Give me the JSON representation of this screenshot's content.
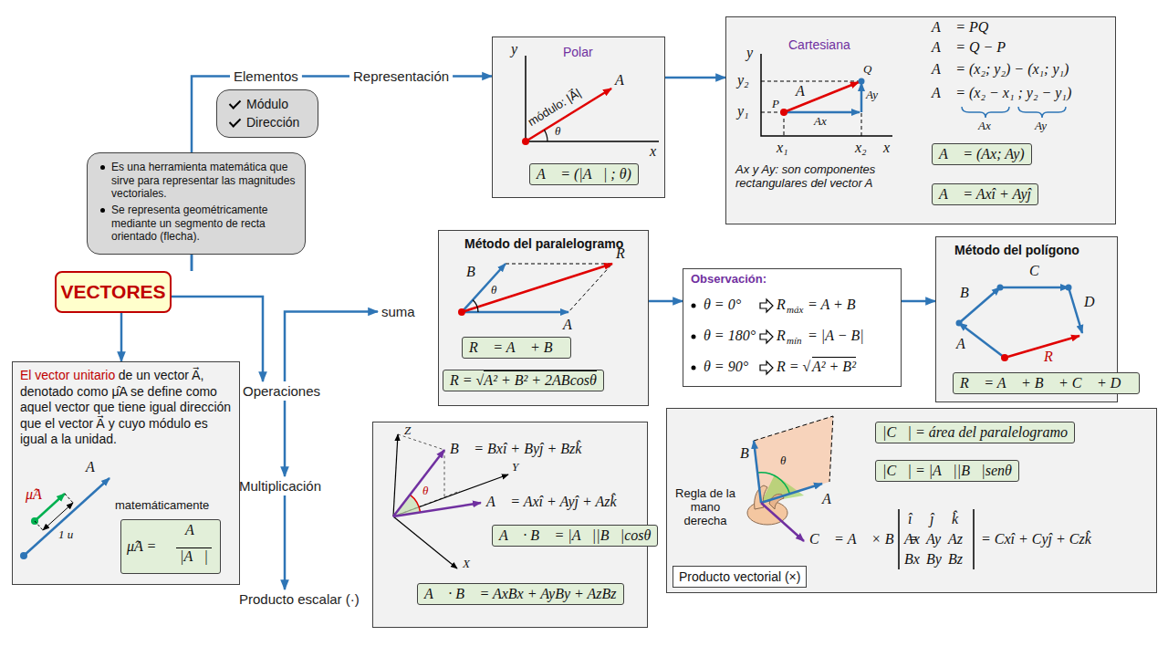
{
  "diagram": {
    "nodes": [
      {
        "text": [
          "Elementos"
        ]
      },
      {
        "text": [
          "Módulo",
          "Dirección"
        ]
      },
      {
        "text": [
          "Representación"
        ]
      },
      {
        "text": [
          "Polar",
          "y",
          "x",
          "módulo: |A⃗|",
          "A⃗",
          "θ"
        ]
      },
      {
        "text": [
          "A⃗ = (|A⃗| ; θ)"
        ],
        "in": 3
      },
      {
        "text": [
          "Cartesiana",
          "y",
          "x",
          "y₂",
          "y₁",
          "x₁",
          "x₂",
          "P",
          "Q",
          "A⃗",
          "Ax",
          "Ay",
          "A⃗ = PQ⃗",
          "A⃗ = Q − P",
          "A⃗ = (x₂; y₂) − (x₁; y₁)",
          "A⃗ = (x₂ − x₁ ; y₂ − y₁)",
          "Ax",
          "Ay",
          "Ax y Ay: son componentes rectangulares del vector A"
        ]
      },
      {
        "text": [
          "A⃗ = (Ax; Ay)"
        ],
        "in": 5
      },
      {
        "text": [
          "A⃗ = Axî + Ayĵ"
        ],
        "in": 5
      },
      {
        "text": [
          "Es una herramienta matemática que sirve para representar las magnitudes vectoriales.",
          "Se representa geométricamente mediante un segmento de recta orientado (flecha)."
        ]
      },
      {
        "text": [
          "VECTORES"
        ]
      },
      {
        "text": [
          "suma"
        ]
      },
      {
        "text": [
          "Método del paralelogramo",
          "B⃗",
          "R⃗",
          "θ",
          "A⃗"
        ]
      },
      {
        "text": [
          "R⃗ = A⃗ + B⃗"
        ],
        "in": 11
      },
      {
        "text": [
          "R = √",
          "A² + B² + 2ABcosθ"
        ],
        "in": 11
      },
      {
        "text": [
          "Observación:",
          "θ = 0°",
          "R",
          "máx",
          "= A + B",
          "θ = 180°",
          "R",
          "mín",
          "= |A − B|",
          "θ = 90°",
          "R = √",
          "A² + B²"
        ]
      },
      {
        "text": [
          "Método del polígono",
          "C⃗",
          "B⃗",
          "D⃗",
          "A⃗",
          "R⃗"
        ]
      },
      {
        "text": [
          "R⃗ = A⃗ + B⃗ + C⃗ + D⃗"
        ],
        "in": 15
      },
      {
        "text": [
          "El vector unitario",
          "de un vector A⃗, denotado como μ̂A se define como aquel vector que tiene igual dirección que el vector A⃗ y cuyo módulo es igual a la unidad.",
          "A⃗",
          "μ̂A",
          "1 u",
          "matemáticamente"
        ]
      },
      {
        "text": [
          "μ̂A =",
          "A⃗",
          "|A⃗|"
        ],
        "in": 17
      },
      {
        "text": [
          "Operaciones"
        ]
      },
      {
        "text": [
          "Z",
          "B⃗ = Bxî + Byĵ + Bzk̂",
          "Y",
          "θ",
          "A⃗ = Axî + Ayĵ + Azk̂",
          "X"
        ]
      },
      {
        "text": [
          "A⃗ · B⃗ = |A⃗||B⃗|cosθ"
        ],
        "in": 20
      },
      {
        "text": [
          "A⃗ · B⃗ = AxBx + AyBy + AzBz"
        ],
        "in": 20
      },
      {
        "text": [
          "B⃗",
          "θ",
          "A⃗",
          "Regla de la mano derecha",
          "C⃗ = A⃗ × B⃗ =",
          "î",
          "ĵ",
          "k̂",
          "Ax",
          "Ay",
          "Az",
          "Bx",
          "By",
          "Bz",
          "= Cxî + Cyĵ + Czk̂"
        ]
      },
      {
        "text": [
          "|C⃗| = área del paralelogramo"
        ],
        "in": 23
      },
      {
        "text": [
          "|C⃗| = |A⃗||B⃗|senθ"
        ],
        "in": 23
      },
      {
        "text": [
          "Producto vectorial (×)"
        ],
        "in": 23
      },
      {
        "text": [
          "Multiplicación"
        ]
      },
      {
        "text": [
          "Producto escalar (·)"
        ]
      }
    ],
    "edges": [
      {
        "from": 9,
        "to": 8,
        "arrow": "none"
      },
      {
        "from": 9,
        "to": 0,
        "arrow": "none"
      },
      {
        "from": 0,
        "to": 2,
        "arrow": "none"
      },
      {
        "from": 2,
        "to": 3,
        "arrow": "to"
      },
      {
        "from": 3,
        "to": 5,
        "arrow": "to"
      },
      {
        "from": 9,
        "to": 19,
        "arrow": "to"
      },
      {
        "from": 19,
        "to": 10,
        "arrow": "to"
      },
      {
        "from": 11,
        "to": 14,
        "arrow": "to"
      },
      {
        "from": 14,
        "to": 15,
        "arrow": "to"
      },
      {
        "from": 19,
        "to": 27,
        "arrow": "to"
      },
      {
        "from": 27,
        "to": 28,
        "arrow": "to"
      },
      {
        "from": 9,
        "to": 17,
        "arrow": "to"
      }
    ]
  }
}
